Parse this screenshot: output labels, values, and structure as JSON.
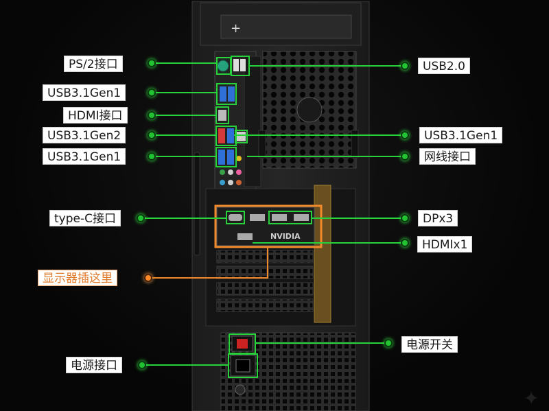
{
  "labels": {
    "ps2": "PS/2接口",
    "usb31gen1_a": "USB3.1Gen1",
    "hdmi_mb": "HDMI接口",
    "usb31gen2": "USB3.1Gen2",
    "usb31gen1_b": "USB3.1Gen1",
    "typec": "type-C接口",
    "display_here": "显示器插这里",
    "power_port": "电源接口",
    "usb20": "USB2.0",
    "usb31gen1_c": "USB3.1Gen1",
    "lan": "网线接口",
    "dp": "DPx3",
    "hdmi_gpu": "HDMIx1",
    "power_switch": "电源开关"
  },
  "gpu_brand": "NVIDIA",
  "colors": {
    "leader": "#28d23a",
    "accent": "#f08a2a"
  }
}
